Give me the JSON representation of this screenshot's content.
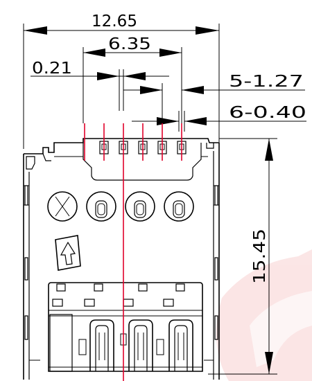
{
  "drawing": {
    "dimensions": {
      "overall_width": "12.65",
      "pin_span": "6.35",
      "offset": "0.21",
      "pitch": "5-1.27",
      "pin_width": "6-0.40",
      "overall_height": "15.45"
    },
    "colors": {
      "line": "#000000",
      "centerline": "#e0002a",
      "watermark": "#f7dede"
    },
    "icons": {
      "insert_direction": "up-arrow-icon"
    }
  }
}
